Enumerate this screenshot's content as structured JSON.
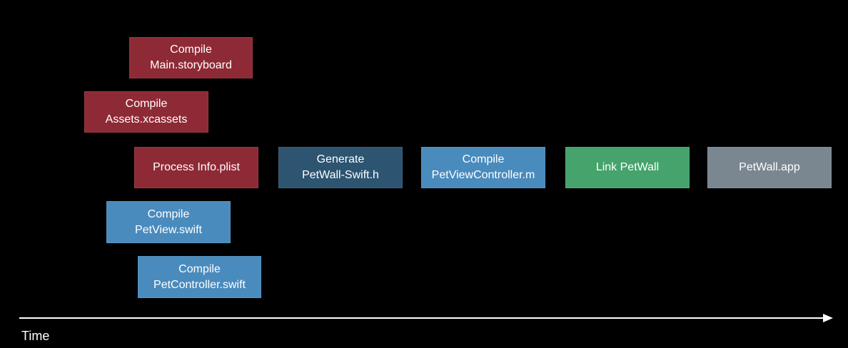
{
  "colors": {
    "background": "#000000",
    "resource_task": "#8e2a35",
    "compile_task": "#4a8bbd",
    "generate_task": "#2d5470",
    "link_task": "#45a36b",
    "product": "#7a8690",
    "text": "#ffffff",
    "axis": "#ffffff"
  },
  "tasks": {
    "storyboard": {
      "line1": "Compile",
      "line2": "Main.storyboard",
      "kind": "resource_task"
    },
    "assets": {
      "line1": "Compile",
      "line2": "Assets.xcassets",
      "kind": "resource_task"
    },
    "plist": {
      "line1": "Process Info.plist",
      "kind": "resource_task"
    },
    "petview": {
      "line1": "Compile",
      "line2": "PetView.swift",
      "kind": "compile_task"
    },
    "petcontroller": {
      "line1": "Compile",
      "line2": "PetController.swift",
      "kind": "compile_task"
    },
    "generate": {
      "line1": "Generate",
      "line2": "PetWall-Swift.h",
      "kind": "generate_task"
    },
    "compile_m": {
      "line1": "Compile",
      "line2": "PetViewController.m",
      "kind": "compile_task"
    },
    "link": {
      "line1": "Link PetWall",
      "kind": "link_task"
    },
    "app": {
      "line1": "PetWall.app",
      "kind": "product"
    }
  },
  "axis": {
    "label": "Time",
    "icon": "arrow-right-icon"
  }
}
